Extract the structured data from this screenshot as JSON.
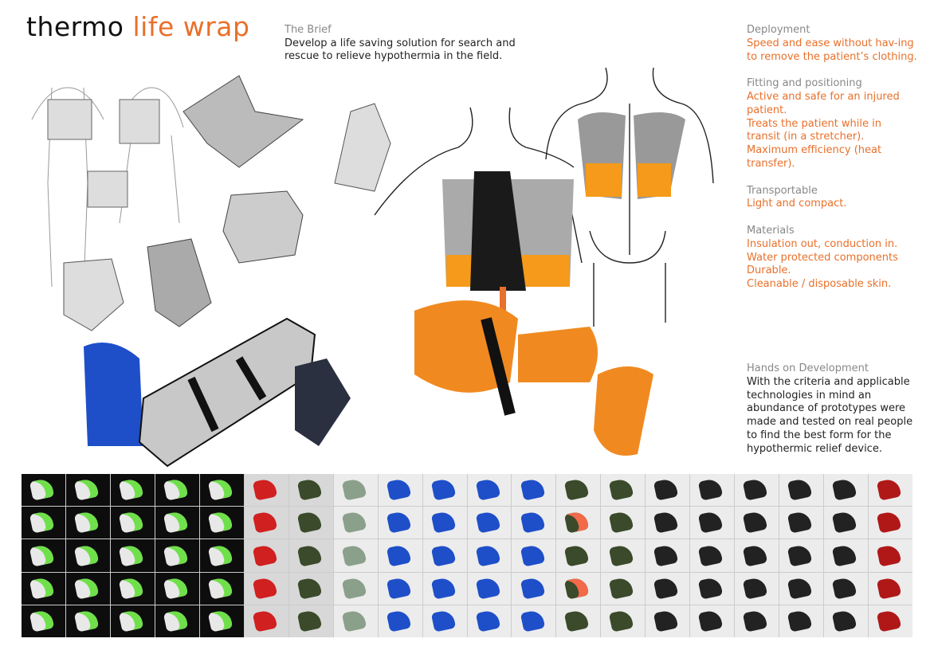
{
  "title": {
    "part1": "thermo",
    "part2": "life wrap"
  },
  "brief": {
    "heading": "The Brief",
    "text": "Develop a life saving solution for search and rescue to relieve hypothermia in the field."
  },
  "criteria": [
    {
      "heading": "Deployment",
      "lines": [
        "Speed and ease without hav-ing to remove the patient’s clothing."
      ]
    },
    {
      "heading": "Fitting and positioning",
      "lines": [
        "Active and safe for an injured patient.",
        "Treats the patient while in transit (in a stretcher).",
        "Maximum efficiency (heat transfer)."
      ]
    },
    {
      "heading": "Transportable",
      "lines": [
        "Light and compact."
      ]
    },
    {
      "heading": "Materials",
      "lines": [
        "Insulation out, conduction in.",
        "Water protected components",
        "Durable.",
        "Cleanable / disposable skin."
      ]
    }
  ],
  "hands_on": {
    "heading": "Hands on Development",
    "text": "With the criteria and applicable technologies in mind an abundance of prototypes were made and tested on real people to find the best  form for the hypothermic relief device."
  },
  "colors": {
    "accent": "#e8702a",
    "heading_gray": "#888888",
    "text_dark": "#222222"
  }
}
